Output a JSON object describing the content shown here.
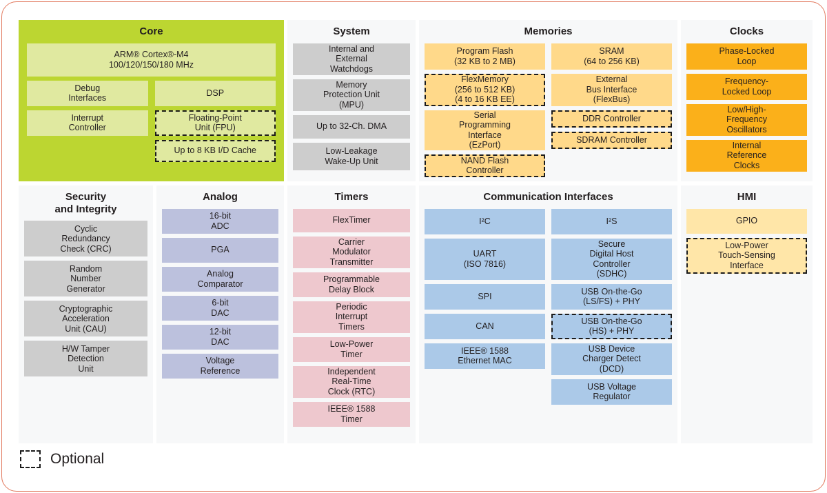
{
  "diagram": {
    "legend": {
      "label": "Optional",
      "swatch_name": "dashed-box"
    },
    "colors": {
      "frame_border": "#e2795e",
      "panel_bg": "#f7f8f9",
      "core_panel": "#bcd631",
      "core_block": "#e0e9a0",
      "system_block": "#cdcdcd",
      "memory_block": "#ffd98a",
      "clock_block": "#fbb01a",
      "analog_block": "#bcc1dd",
      "timer_block": "#eec8ce",
      "comm_block": "#abc9e8",
      "hmi_block": "#ffe6a8",
      "dashed_outline": "#1b1b1b"
    },
    "panels": {
      "core": {
        "title": "Core",
        "blocks": {
          "cpu": {
            "label": "ARM® Cortex®-M4\n100/120/150/180 MHz",
            "optional": false
          },
          "debug": {
            "label": "Debug\nInterfaces",
            "optional": false
          },
          "dsp": {
            "label": "DSP",
            "optional": false
          },
          "interrupt": {
            "label": "Interrupt\nController",
            "optional": false
          },
          "fpu": {
            "label": "Floating-Point\nUnit (FPU)",
            "optional": true
          },
          "cache": {
            "label": "Up to 8 KB I/D Cache",
            "optional": true
          }
        }
      },
      "system": {
        "title": "System",
        "blocks": [
          {
            "label": "Internal and\nExternal\nWatchdogs",
            "optional": false
          },
          {
            "label": "Memory\nProtection Unit\n(MPU)",
            "optional": false
          },
          {
            "label": "Up to 32-Ch. DMA",
            "optional": false
          },
          {
            "label": "Low-Leakage\nWake-Up Unit",
            "optional": false
          }
        ]
      },
      "memories": {
        "title": "Memories",
        "left": [
          {
            "label": "Program Flash\n(32 KB to 2 MB)",
            "optional": false
          },
          {
            "label": "FlexMemory\n(256 to 512 KB)\n(4 to 16 KB EE)",
            "optional": true
          },
          {
            "label": "Serial\nProgramming\nInterface\n(EzPort)",
            "optional": false
          },
          {
            "label": "NAND Flash\nController",
            "optional": true
          }
        ],
        "right": [
          {
            "label": "SRAM\n(64 to 256 KB)",
            "optional": false
          },
          {
            "label": "External\nBus Interface\n(FlexBus)",
            "optional": false
          },
          {
            "label": "DDR Controller",
            "optional": true
          },
          {
            "label": "SDRAM Controller",
            "optional": true
          }
        ]
      },
      "clocks": {
        "title": "Clocks",
        "blocks": [
          {
            "label": "Phase-Locked\nLoop",
            "optional": false
          },
          {
            "label": "Frequency-\nLocked Loop",
            "optional": false
          },
          {
            "label": "Low/High-\nFrequency\nOscillators",
            "optional": false
          },
          {
            "label": "Internal\nReference\nClocks",
            "optional": false
          }
        ]
      },
      "security": {
        "title": "Security\nand Integrity",
        "blocks": [
          {
            "label": "Cyclic\nRedundancy\nCheck (CRC)",
            "optional": false
          },
          {
            "label": "Random\nNumber\nGenerator",
            "optional": false
          },
          {
            "label": "Cryptographic\nAcceleration\nUnit (CAU)",
            "optional": false
          },
          {
            "label": "H/W Tamper\nDetection\nUnit",
            "optional": false
          }
        ]
      },
      "analog": {
        "title": "Analog",
        "blocks": [
          {
            "label": "16-bit\nADC",
            "optional": false
          },
          {
            "label": "PGA",
            "optional": false
          },
          {
            "label": "Analog\nComparator",
            "optional": false
          },
          {
            "label": "6-bit\nDAC",
            "optional": false
          },
          {
            "label": "12-bit\nDAC",
            "optional": false
          },
          {
            "label": "Voltage\nReference",
            "optional": false
          }
        ]
      },
      "timers": {
        "title": "Timers",
        "blocks": [
          {
            "label": "FlexTimer",
            "optional": false
          },
          {
            "label": "Carrier\nModulator\nTransmitter",
            "optional": false
          },
          {
            "label": "Programmable\nDelay Block",
            "optional": false
          },
          {
            "label": "Periodic\nInterrupt\nTimers",
            "optional": false
          },
          {
            "label": "Low-Power\nTimer",
            "optional": false
          },
          {
            "label": "Independent\nReal-Time\nClock (RTC)",
            "optional": false
          },
          {
            "label": "IEEE® 1588\nTimer",
            "optional": false
          }
        ]
      },
      "communication": {
        "title": "Communication Interfaces",
        "left": [
          {
            "label": "I²C",
            "optional": false
          },
          {
            "label": "UART\n(ISO 7816)",
            "optional": false
          },
          {
            "label": "SPI",
            "optional": false
          },
          {
            "label": "CAN",
            "optional": false
          },
          {
            "label": "IEEE® 1588\nEthernet MAC",
            "optional": false
          }
        ],
        "right": [
          {
            "label": "I²S",
            "optional": false
          },
          {
            "label": "Secure\nDigital Host\nController\n(SDHC)",
            "optional": false
          },
          {
            "label": "USB On-the-Go\n(LS/FS) + PHY",
            "optional": false
          },
          {
            "label": "USB On-the-Go\n(HS) + PHY",
            "optional": true
          },
          {
            "label": "USB Device\nCharger Detect\n(DCD)",
            "optional": false
          },
          {
            "label": "USB Voltage\nRegulator",
            "optional": false
          }
        ]
      },
      "hmi": {
        "title": "HMI",
        "blocks": [
          {
            "label": "GPIO",
            "optional": false
          },
          {
            "label": "Low-Power\nTouch-Sensing\nInterface",
            "optional": true
          }
        ]
      }
    }
  }
}
